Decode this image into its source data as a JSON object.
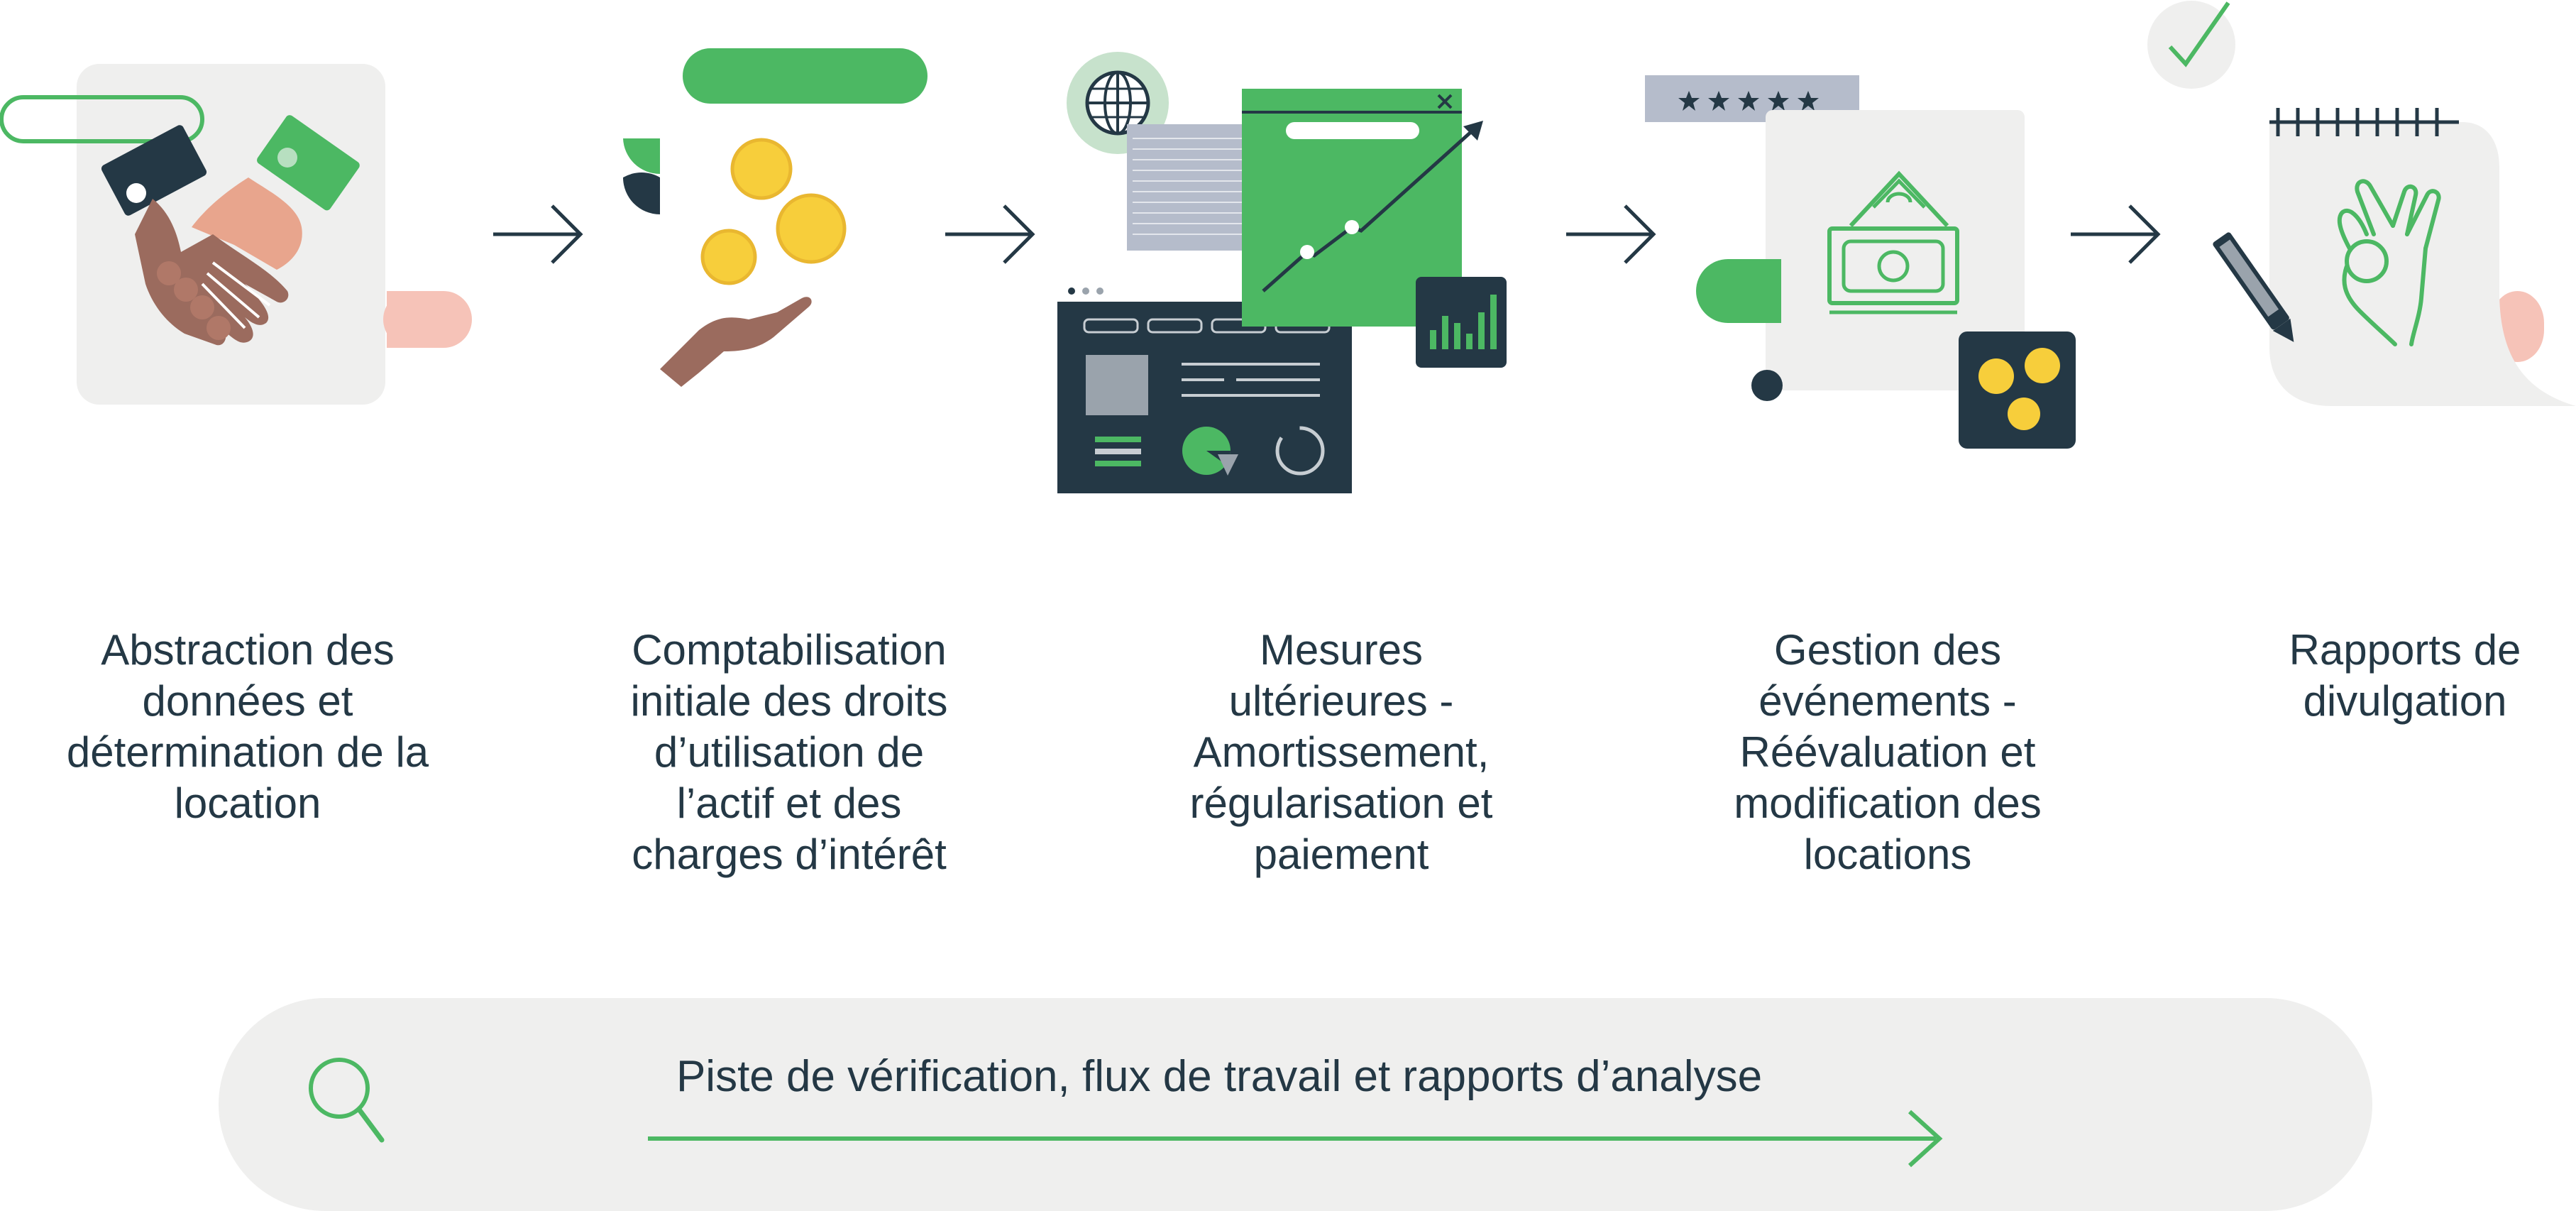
{
  "steps": [
    {
      "id": "abstraction",
      "label": "Abstraction des\ndonnées et\ndétermination de la\nlocation",
      "icon": "handshake-icon"
    },
    {
      "id": "comptabilisation",
      "label": "Comptabilisation\ninitiale des droits\nd’utilisation de\nl’actif et des\ncharges d’intérêt",
      "icon": "coins-hand-icon"
    },
    {
      "id": "mesures",
      "label": "Mesures\nultérieures -\nAmortissement,\nrégularisation et\npaiement",
      "icon": "dashboard-chart-icon"
    },
    {
      "id": "gestion",
      "label": "Gestion des\névénements -\nRéévaluation et\nmodification des\nlocations",
      "icon": "banknote-document-icon"
    },
    {
      "id": "rapports",
      "label": "Rapports de\ndivulgation",
      "icon": "ok-hand-notepad-icon"
    }
  ],
  "arrows": [
    "arrow-right-icon",
    "arrow-right-icon",
    "arrow-right-icon",
    "arrow-right-icon"
  ],
  "banner": {
    "text": "Piste de vérification, flux de travail et rapports d’analyse",
    "icon": "magnifier-icon"
  },
  "colors": {
    "green": "#4cb863",
    "dark": "#243845",
    "light_gray": "#efefee",
    "gold": "#f7ce3b",
    "skin": "#9b6b5e",
    "peach": "#f6c3b8"
  }
}
